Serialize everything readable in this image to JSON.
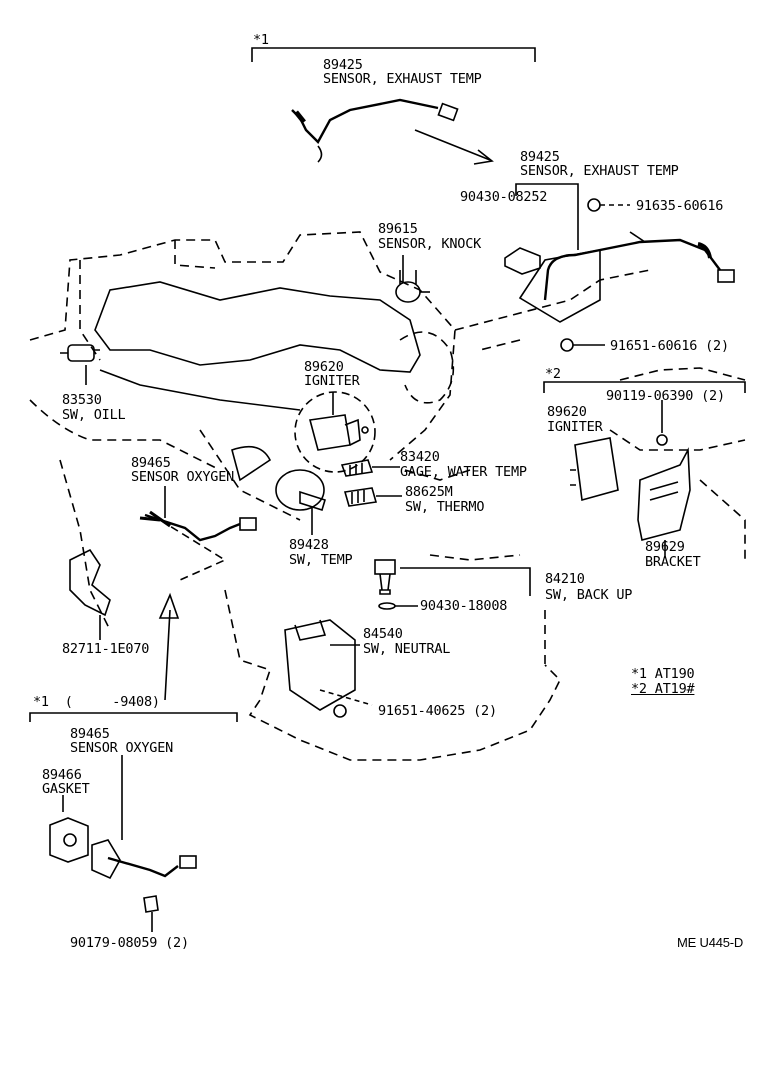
{
  "variants": {
    "v1_mark": "*1",
    "v2_mark": "*2",
    "v1_old_mark": "*1  (     -9408)"
  },
  "legend": {
    "line1": "*1 AT190",
    "line2": "*2 AT19#"
  },
  "code": "ME U445-D",
  "parts": {
    "exhaust_temp_top": {
      "num": "89425",
      "name": "SENSOR, EXHAUST TEMP"
    },
    "exhaust_temp_right": {
      "num": "89425",
      "name": "SENSOR, EXHAUST TEMP"
    },
    "gasket_exh": {
      "num": "90430-08252"
    },
    "bolt_exh_top": {
      "num": "91635-60616"
    },
    "bolt_exh_bottom": {
      "num": "91651-60616 (2)"
    },
    "knock": {
      "num": "89615",
      "name": "SENSOR, KNOCK"
    },
    "oil": {
      "num": "83530",
      "name": "SW, OILL"
    },
    "igniter_center": {
      "num": "89620",
      "name": "IGNITER"
    },
    "igniter_right": {
      "num": "89620",
      "name": "IGNITER"
    },
    "bolt_igniter": {
      "num": "90119-06390 (2)"
    },
    "bracket": {
      "num": "89629",
      "name": "BRACKET"
    },
    "water_temp": {
      "num": "83420",
      "name": "GAGE, WATER TEMP"
    },
    "thermo": {
      "num": "88625M",
      "name": "SW, THERMO"
    },
    "oxygen": {
      "num": "89465",
      "name": "SENSOR OXYGEN"
    },
    "temp_sw": {
      "num": "89428",
      "name": "SW, TEMP"
    },
    "back_up": {
      "num": "84210",
      "name": "SW, BACK UP"
    },
    "gasket_backup": {
      "num": "90430-18008"
    },
    "neutral": {
      "num": "84540",
      "name": "SW, NEUTRAL"
    },
    "bolt_neutral": {
      "num": "91651-40625 (2)"
    },
    "clamp": {
      "num": "82711-1E070"
    },
    "oxygen_old": {
      "num": "89465",
      "name": "SENSOR OXYGEN"
    },
    "gasket_ox": {
      "num": "89466",
      "name": "GASKET"
    },
    "nut_ox": {
      "num": "90179-08059 (2)"
    }
  }
}
